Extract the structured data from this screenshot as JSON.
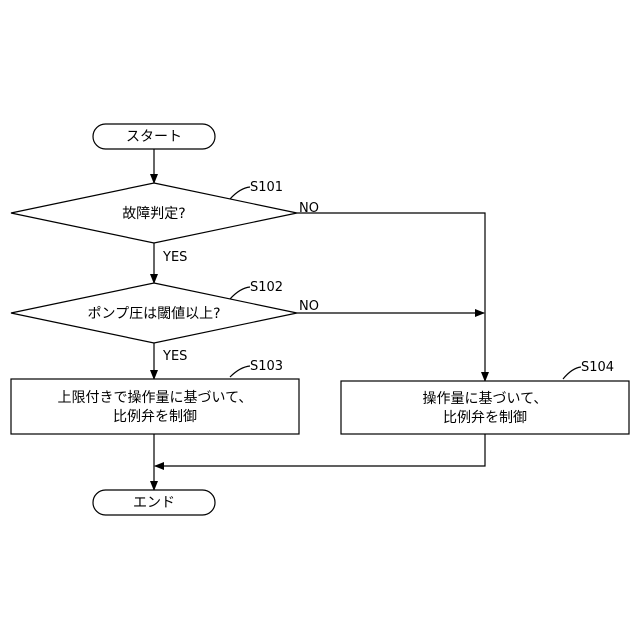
{
  "flowchart": {
    "start": "スタート",
    "end": "エンド",
    "decision1": {
      "step": "S101",
      "text": "故障判定?",
      "yes": "YES",
      "no": "NO"
    },
    "decision2": {
      "step": "S102",
      "text": "ポンプ圧は閾値以上?",
      "yes": "YES",
      "no": "NO"
    },
    "process1": {
      "step": "S103",
      "line1": "上限付きで操作量に基づいて、",
      "line2": "比例弁を制御"
    },
    "process2": {
      "step": "S104",
      "line1": "操作量に基づいて、",
      "line2": "比例弁を制御"
    }
  }
}
